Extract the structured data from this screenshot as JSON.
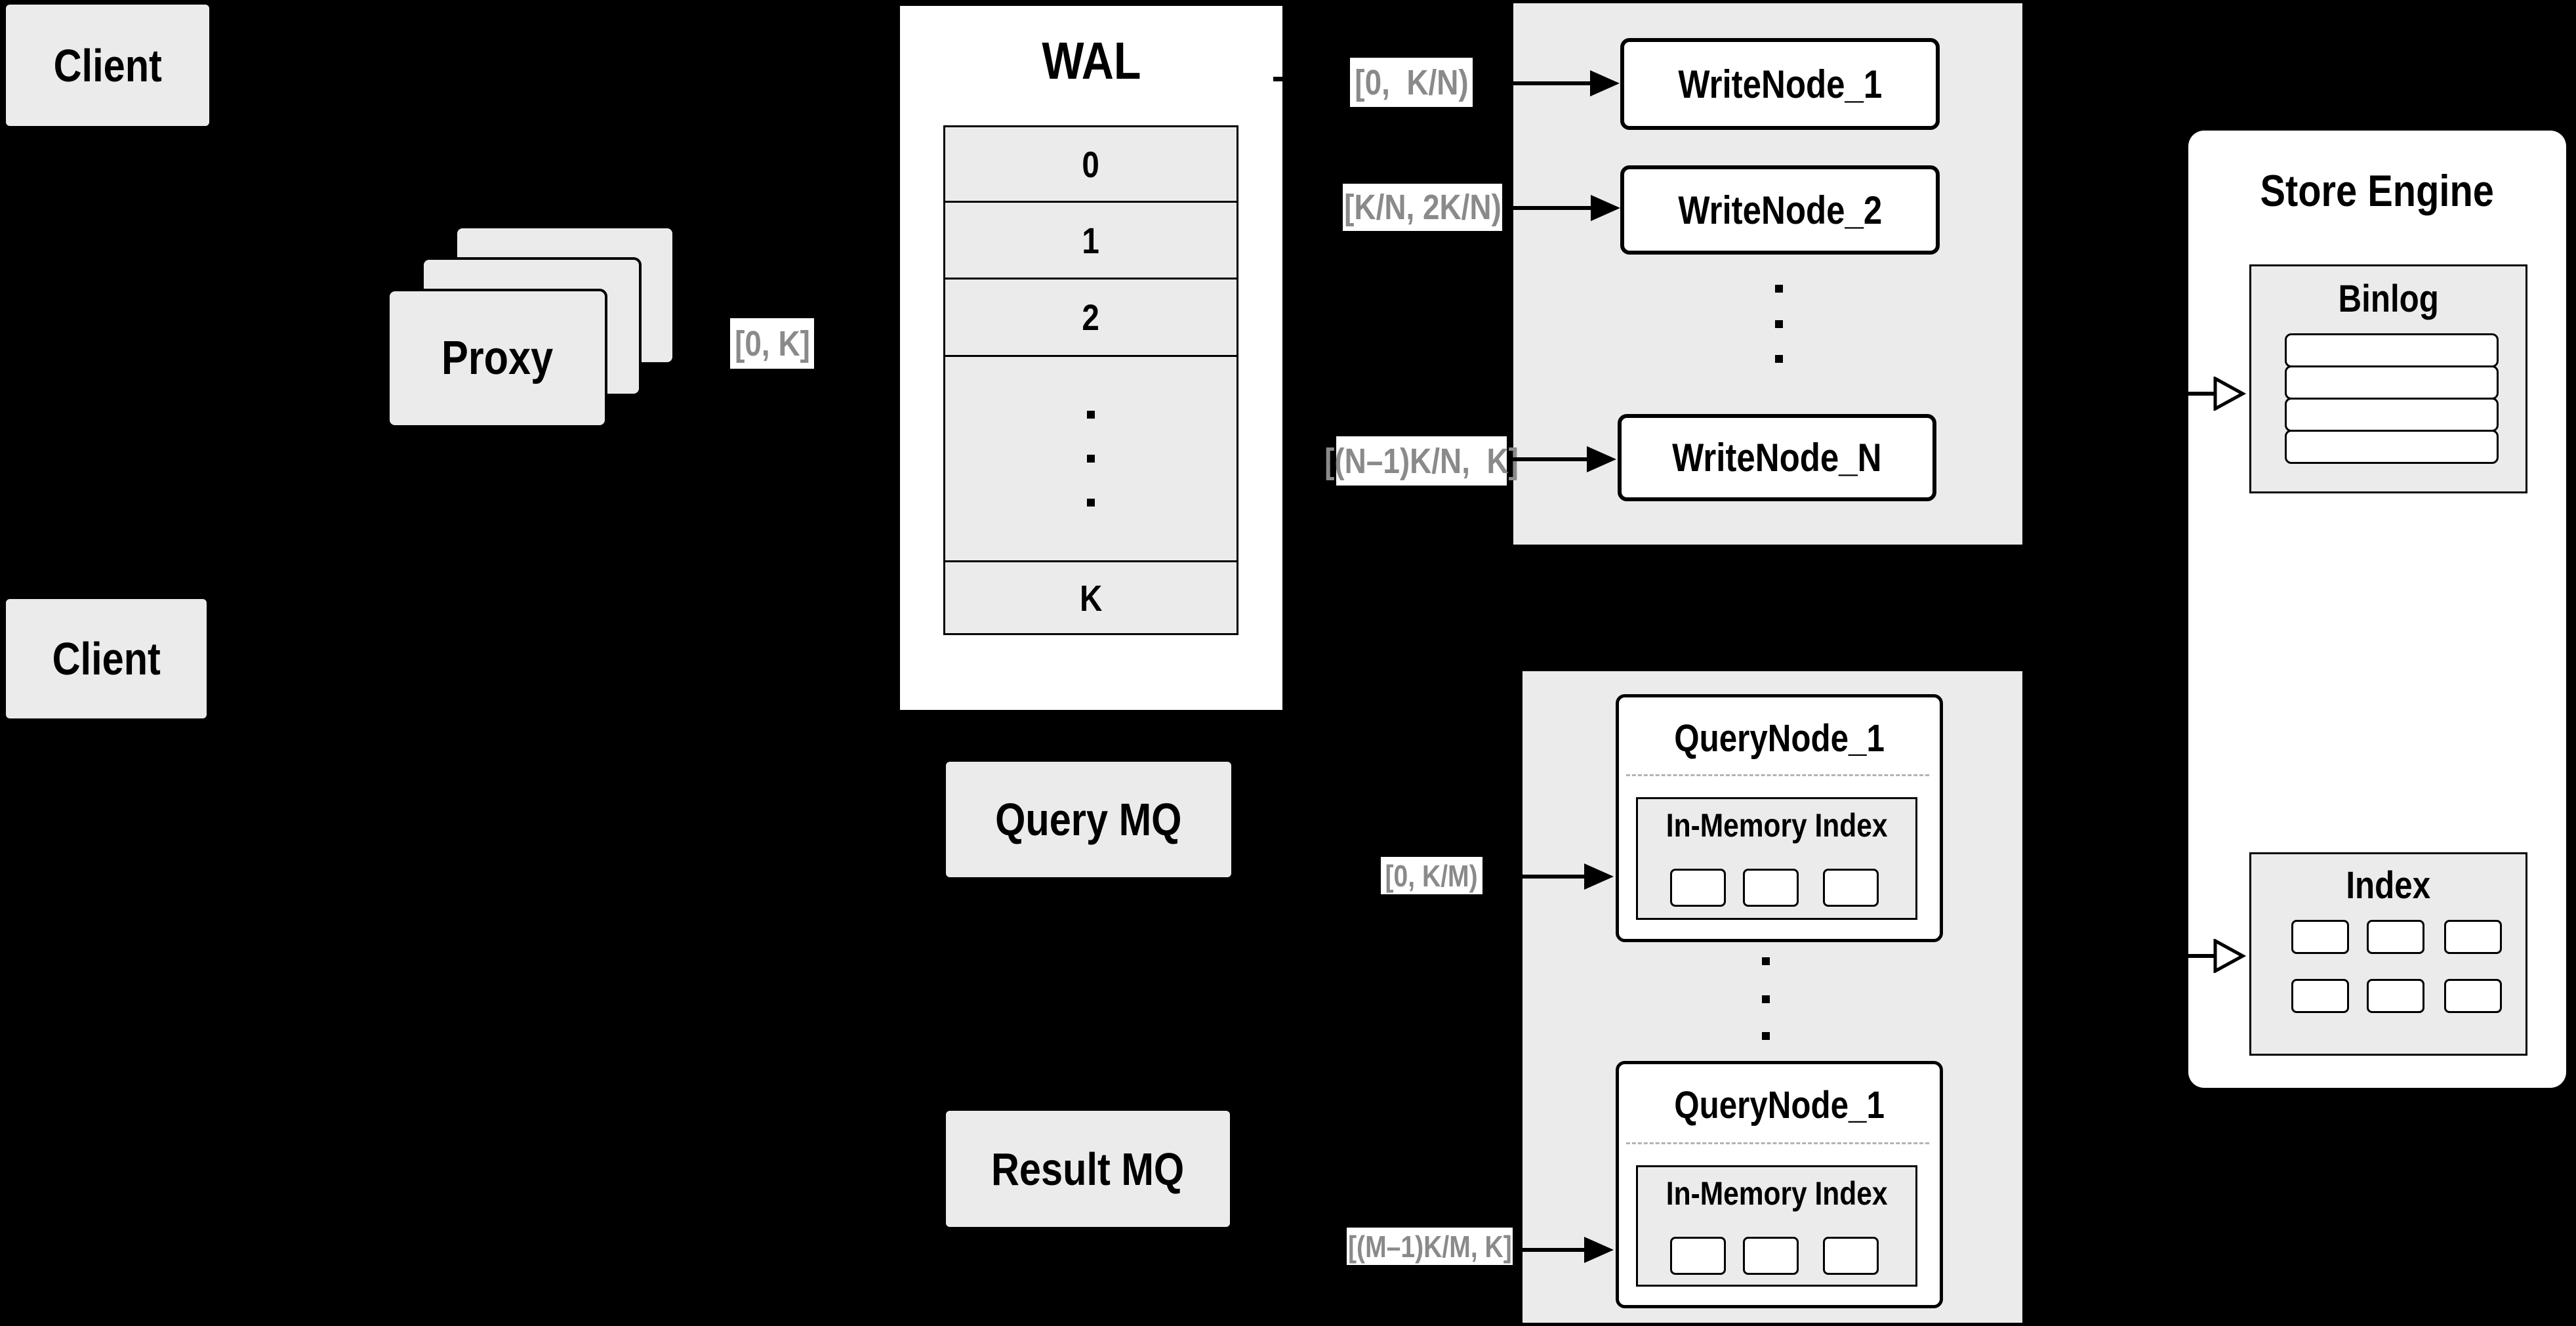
{
  "colors": {
    "background": "#000000",
    "box_gray": "#ebebeb",
    "box_white": "#ffffff",
    "border": "#000000",
    "range_text": "#8a8a8a"
  },
  "clients": {
    "top": "Client",
    "bottom": "Client"
  },
  "proxy": {
    "label": "Proxy",
    "range": "[0, K]"
  },
  "wal": {
    "title": "WAL",
    "rows": [
      "0",
      "1",
      "2",
      "K"
    ]
  },
  "write_cluster": {
    "nodes": [
      "WriteNode_1",
      "WriteNode_2",
      "WriteNode_N"
    ],
    "ranges": [
      "[0,  K/N)",
      "[K/N, 2K/N)",
      "[(N–1)K/N,  K]"
    ]
  },
  "mq": {
    "query": "Query MQ",
    "result": "Result MQ"
  },
  "query_cluster": {
    "node_title_1": "QueryNode_1",
    "node_title_2": "QueryNode_1",
    "inner_title": "In-Memory Index",
    "ranges": [
      "[0, K/M)",
      "[(M–1)K/M, K]"
    ]
  },
  "store_engine": {
    "title": "Store Engine",
    "binlog": "Binlog",
    "index": "Index"
  }
}
